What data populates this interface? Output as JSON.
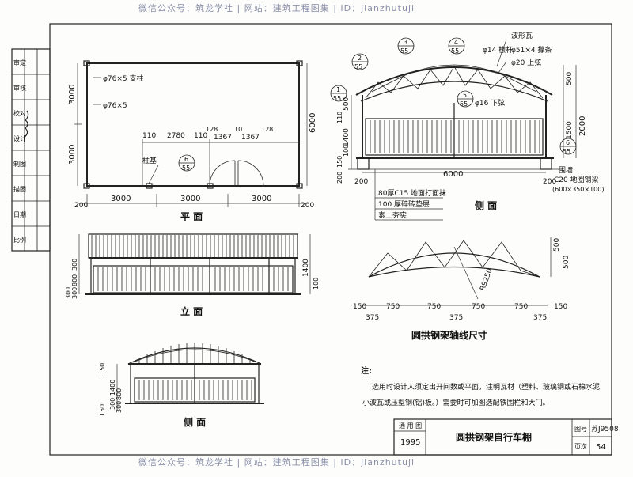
{
  "watermark": {
    "top": "微信公众号：筑龙学社 | 网站：建筑工程图集 | ID：jianzhutuji",
    "bottom": "微信公众号：筑龙学社 | 网站：建筑工程图集 | ID：jianzhutuji"
  },
  "sidebar": {
    "labels": [
      "审定",
      "审核",
      "校对",
      "设计",
      "制图",
      "描图",
      "日期",
      "比例"
    ]
  },
  "plan": {
    "title": "平 面",
    "pipe_support": "φ76×5 支柱",
    "pipe": "φ76×5",
    "pillar_base": "柱基",
    "callout_a": "6",
    "callout_b": "55",
    "dims_top": [
      "110",
      "2780",
      "110",
      "128",
      "10",
      "128"
    ],
    "dims_gate": [
      "1367",
      "1367"
    ],
    "dims_bottom": [
      "200",
      "3000",
      "3000",
      "3000",
      "200"
    ],
    "dims_left": [
      "3000",
      "3000"
    ],
    "dim_right": "6000"
  },
  "section": {
    "title": "侧 面",
    "callouts": [
      {
        "a": "1",
        "b": "55"
      },
      {
        "a": "2",
        "b": "55"
      },
      {
        "a": "3",
        "b": "55"
      },
      {
        "a": "4",
        "b": "55"
      },
      {
        "a": "5",
        "b": "55"
      },
      {
        "a": "6",
        "b": "55"
      }
    ],
    "labels": {
      "corrugated": "波形瓦",
      "purlin": "φ14 檩杆",
      "brace": "φ51×4 撑条",
      "top_chord": "φ20 上弦",
      "bottom_chord": "φ16 下弦",
      "foundation_wall": "围墙",
      "beam": "C20 地圈钢梁",
      "beam_size": "(600×350×100)",
      "layer1": "80厚C15 地面打面抹",
      "layer2": "100 厚碎砖垫层",
      "layer3": "素土夯实"
    },
    "dims_left": [
      "500",
      "1400",
      "100",
      "110",
      "150",
      "200"
    ],
    "dims_right": [
      "500",
      "1500",
      "2000"
    ],
    "dim_bottom": "6000",
    "dims_base": [
      "200",
      "200"
    ]
  },
  "elevation": {
    "title": "立 面",
    "dims": [
      "300",
      "800",
      "300",
      "300",
      "1400",
      "100"
    ]
  },
  "side_elevation": {
    "title": "侧 面",
    "dims": [
      "150",
      "1400",
      "800",
      "300",
      "300",
      "150"
    ]
  },
  "arch": {
    "title": "圆拱钢架轴线尺寸",
    "radius": "R9250",
    "spans": [
      "150",
      "750",
      "750",
      "750",
      "750",
      "150"
    ],
    "subspans": [
      "375",
      "375",
      "375"
    ],
    "heights": [
      "500",
      "500"
    ]
  },
  "notes": {
    "heading": "注:",
    "line1": "选用时设计人须定出开间数或平面，注明瓦材（塑料、玻璃钢或石棉水泥",
    "line2": "小波瓦或压型钢(铝)板。）需要时可加图选配铁围栏和大门。"
  },
  "title_block": {
    "label_approval": "通 用 图",
    "year": "1995",
    "drawing_title": "圆拱钢架自行车棚",
    "label_number": "图号",
    "number": "苏J9508",
    "label_page": "页次",
    "page": "54"
  }
}
